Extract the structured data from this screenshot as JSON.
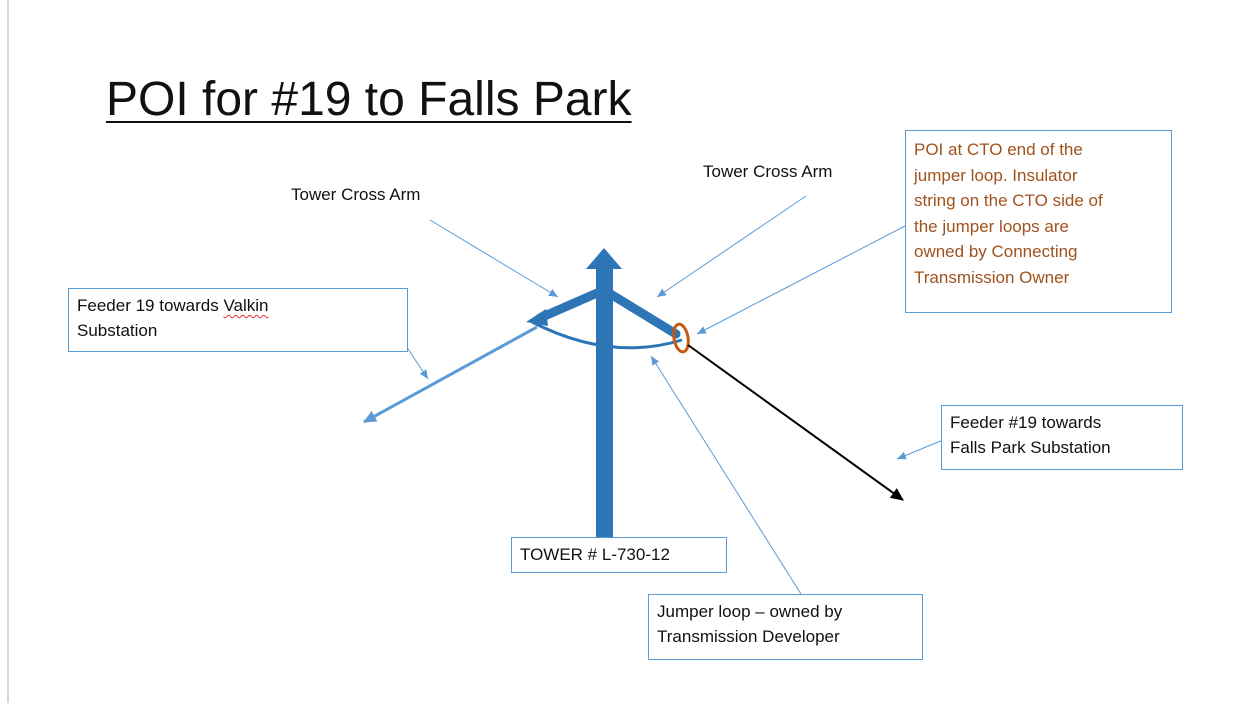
{
  "title": "POI for #19 to Falls Park",
  "labels": {
    "cross_arm_left": "Tower Cross Arm",
    "cross_arm_right": "Tower Cross Arm"
  },
  "boxes": {
    "feeder_valkin": {
      "line1_prefix": "Feeder 19 towards ",
      "line1_word": "Valkin",
      "line2": "Substation"
    },
    "feeder_falls_park": {
      "line1": "Feeder #19 towards",
      "line2": "Falls Park Substation"
    },
    "tower_id": {
      "text": "TOWER # L-730-12"
    },
    "jumper_loop": {
      "line1": "Jumper loop  – owned by",
      "line2": "Transmission Developer"
    },
    "poi": {
      "line1": "POI at CTO end of the",
      "line2": "jumper loop. Insulator",
      "line3": "string on the CTO side of",
      "line4": "the jumper loops  are",
      "line5": "owned by Connecting",
      "line6": "Transmission Owner"
    }
  },
  "colors": {
    "tower_blue": "#2e75b6",
    "callout_blue": "#5b9bd5",
    "poi_text": "#a0521d",
    "insulator_ring": "#c55a11",
    "feeder_black": "#000000"
  }
}
